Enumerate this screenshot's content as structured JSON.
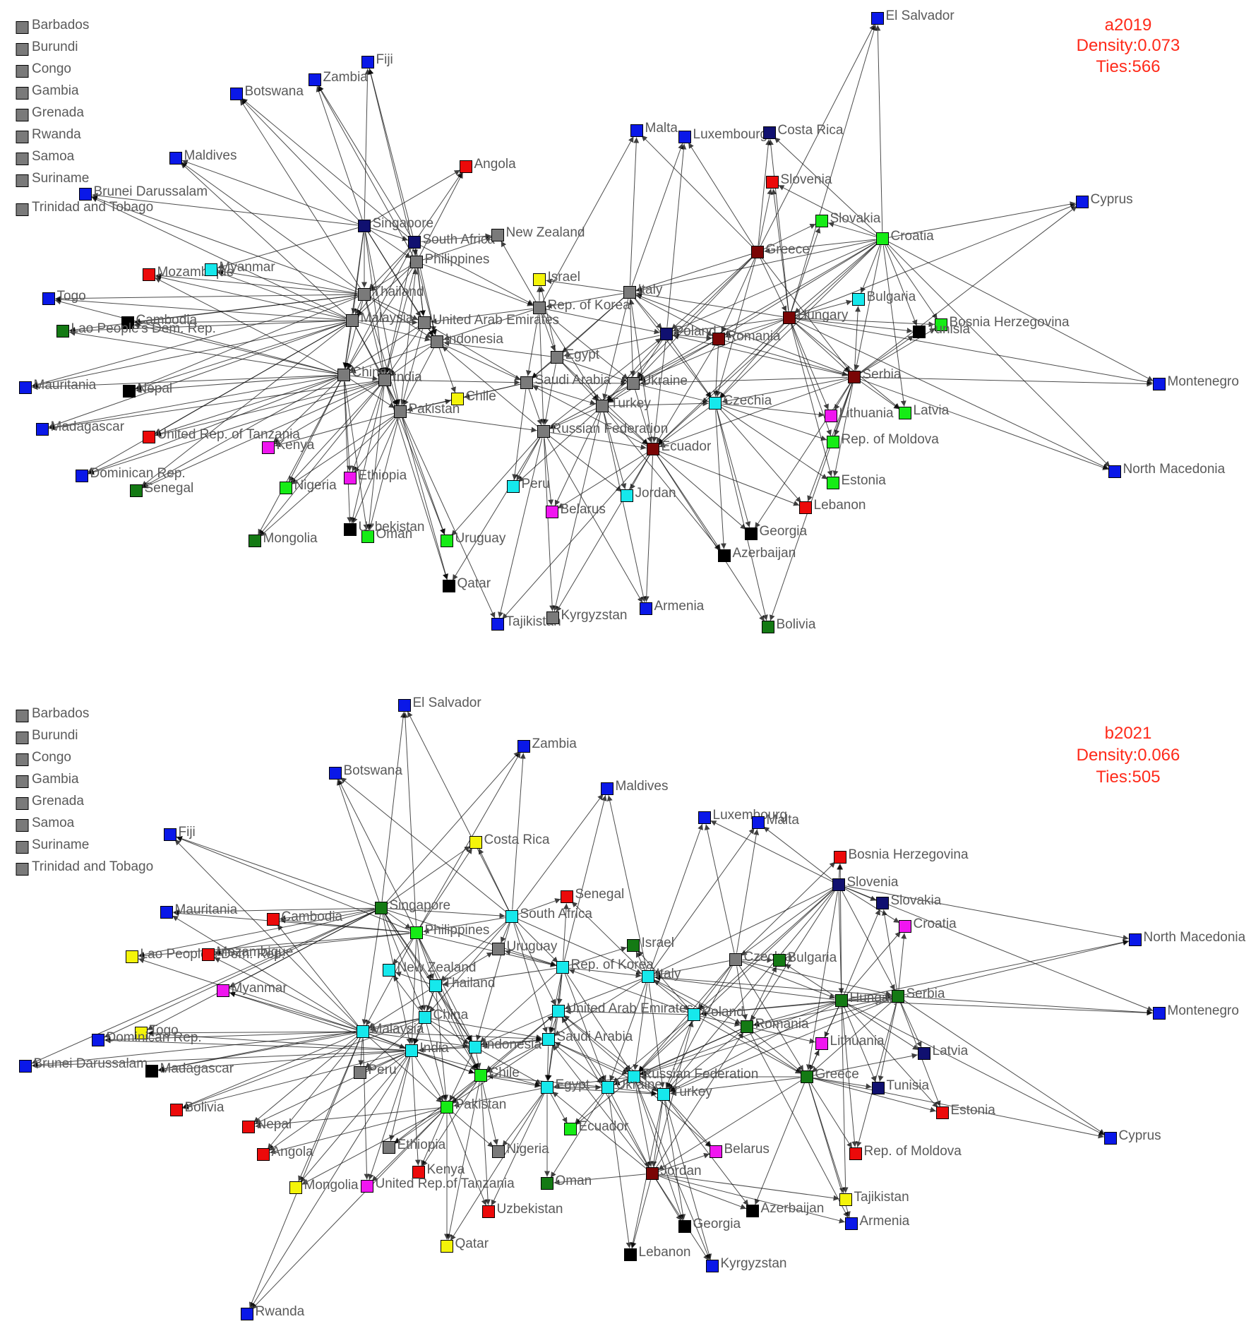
{
  "colors": {
    "blue": "#0a18e8",
    "navy": "#101070",
    "red": "#ec0a0a",
    "darkred": "#7a0505",
    "gray": "#7a7a7a",
    "cyan": "#16e8ec",
    "lime": "#16ec16",
    "green": "#147a14",
    "black": "#000000",
    "magenta": "#f016f0",
    "yellow": "#f4f40a",
    "label": "#5a5a5a",
    "info": "#ff2a1a"
  },
  "panels": [
    {
      "id": "a",
      "info": {
        "title": "a2019",
        "density": "Density:0.073",
        "ties": "Ties:566"
      },
      "isolates": [
        "Barbados",
        "Burundi",
        "Congo",
        "Gambia",
        "Grenada",
        "Rwanda",
        "Samoa",
        "Suriname",
        "Trinidad and Tobago"
      ],
      "nodes": [
        {
          "name": "El Salvador",
          "color": "blue"
        },
        {
          "name": "Fiji",
          "color": "blue"
        },
        {
          "name": "Zambia",
          "color": "blue"
        },
        {
          "name": "Botswana",
          "color": "blue"
        },
        {
          "name": "Maldives",
          "color": "blue"
        },
        {
          "name": "Brunei Darussalam",
          "color": "blue"
        },
        {
          "name": "Angola",
          "color": "red"
        },
        {
          "name": "Malta",
          "color": "blue"
        },
        {
          "name": "Luxembourg",
          "color": "blue"
        },
        {
          "name": "Costa Rica",
          "color": "navy"
        },
        {
          "name": "Slovenia",
          "color": "red"
        },
        {
          "name": "Cyprus",
          "color": "blue"
        },
        {
          "name": "Slovakia",
          "color": "lime"
        },
        {
          "name": "Croatia",
          "color": "lime"
        },
        {
          "name": "Singapore",
          "color": "navy"
        },
        {
          "name": "South Africa",
          "color": "navy"
        },
        {
          "name": "New Zealand",
          "color": "gray"
        },
        {
          "name": "Philippines",
          "color": "gray"
        },
        {
          "name": "Greece",
          "color": "darkred"
        },
        {
          "name": "Mozambique",
          "color": "red"
        },
        {
          "name": "Myanmar",
          "color": "cyan"
        },
        {
          "name": "Israel",
          "color": "yellow"
        },
        {
          "name": "Togo",
          "color": "blue"
        },
        {
          "name": "Thailand",
          "color": "gray"
        },
        {
          "name": "Italy",
          "color": "gray"
        },
        {
          "name": "Bulgaria",
          "color": "cyan"
        },
        {
          "name": "Rep. of Korea",
          "color": "gray"
        },
        {
          "name": "Cambodia",
          "color": "black"
        },
        {
          "name": "Lao People's Dem. Rep.",
          "color": "green"
        },
        {
          "name": "Malaysia",
          "color": "gray"
        },
        {
          "name": "United Arab Emirates",
          "color": "gray"
        },
        {
          "name": "Hungary",
          "color": "darkred"
        },
        {
          "name": "Bosnia Herzegovina",
          "color": "lime"
        },
        {
          "name": "Tunisia",
          "color": "black"
        },
        {
          "name": "Poland",
          "color": "navy"
        },
        {
          "name": "Romania",
          "color": "darkred"
        },
        {
          "name": "Indonesia",
          "color": "gray"
        },
        {
          "name": "Egypt",
          "color": "gray"
        },
        {
          "name": "China",
          "color": "gray"
        },
        {
          "name": "India",
          "color": "gray"
        },
        {
          "name": "Saudi Arabia",
          "color": "gray"
        },
        {
          "name": "Ukraine",
          "color": "gray"
        },
        {
          "name": "Serbia",
          "color": "darkred"
        },
        {
          "name": "Montenegro",
          "color": "blue"
        },
        {
          "name": "Mauritania",
          "color": "blue"
        },
        {
          "name": "Nepal",
          "color": "black"
        },
        {
          "name": "Chile",
          "color": "yellow"
        },
        {
          "name": "Turkey",
          "color": "gray"
        },
        {
          "name": "Czechia",
          "color": "cyan"
        },
        {
          "name": "Pakistan",
          "color": "gray"
        },
        {
          "name": "Madagascar",
          "color": "blue"
        },
        {
          "name": "Lithuania",
          "color": "magenta"
        },
        {
          "name": "Latvia",
          "color": "lime"
        },
        {
          "name": "Russian Federation",
          "color": "gray"
        },
        {
          "name": "United Rep. of Tanzania",
          "color": "red"
        },
        {
          "name": "Kenya",
          "color": "magenta"
        },
        {
          "name": "Ecuador",
          "color": "darkred"
        },
        {
          "name": "Rep. of Moldova",
          "color": "lime"
        },
        {
          "name": "North Macedonia",
          "color": "blue"
        },
        {
          "name": "Dominican Rep.",
          "color": "blue"
        },
        {
          "name": "Senegal",
          "color": "green"
        },
        {
          "name": "Nigeria",
          "color": "lime"
        },
        {
          "name": "Ethiopia",
          "color": "magenta"
        },
        {
          "name": "Peru",
          "color": "cyan"
        },
        {
          "name": "Jordan",
          "color": "cyan"
        },
        {
          "name": "Estonia",
          "color": "lime"
        },
        {
          "name": "Belarus",
          "color": "magenta"
        },
        {
          "name": "Lebanon",
          "color": "red"
        },
        {
          "name": "Georgia",
          "color": "black"
        },
        {
          "name": "Mongolia",
          "color": "green"
        },
        {
          "name": "Oman",
          "color": "lime"
        },
        {
          "name": "Uzbekistan",
          "color": "black"
        },
        {
          "name": "Uruguay",
          "color": "lime"
        },
        {
          "name": "Azerbaijan",
          "color": "black"
        },
        {
          "name": "Qatar",
          "color": "black"
        },
        {
          "name": "Armenia",
          "color": "blue"
        },
        {
          "name": "Tajikistan",
          "color": "blue"
        },
        {
          "name": "Kyrgyzstan",
          "color": "gray"
        },
        {
          "name": "Bolivia",
          "color": "green"
        }
      ]
    },
    {
      "id": "b",
      "info": {
        "title": "b2021",
        "density": "Density:0.066",
        "ties": "Ties:505"
      },
      "isolates": [
        "Barbados",
        "Burundi",
        "Congo",
        "Gambia",
        "Grenada",
        "Samoa",
        "Suriname",
        "Trinidad and Tobago"
      ],
      "nodes": [
        {
          "name": "El Salvador",
          "color": "blue"
        },
        {
          "name": "Zambia",
          "color": "blue"
        },
        {
          "name": "Botswana",
          "color": "blue"
        },
        {
          "name": "Maldives",
          "color": "blue"
        },
        {
          "name": "Fiji",
          "color": "blue"
        },
        {
          "name": "Costa Rica",
          "color": "yellow"
        },
        {
          "name": "Luxembourg",
          "color": "blue"
        },
        {
          "name": "Malta",
          "color": "blue"
        },
        {
          "name": "Bosnia Herzegovina",
          "color": "red"
        },
        {
          "name": "Slovenia",
          "color": "navy"
        },
        {
          "name": "Senegal",
          "color": "red"
        },
        {
          "name": "Slovakia",
          "color": "navy"
        },
        {
          "name": "Mauritania",
          "color": "blue"
        },
        {
          "name": "Cambodia",
          "color": "red"
        },
        {
          "name": "Singapore",
          "color": "green"
        },
        {
          "name": "South Africa",
          "color": "cyan"
        },
        {
          "name": "Croatia",
          "color": "magenta"
        },
        {
          "name": "North Macedonia",
          "color": "blue"
        },
        {
          "name": "Philippines",
          "color": "lime"
        },
        {
          "name": "Israel",
          "color": "green"
        },
        {
          "name": "Uruguay",
          "color": "gray"
        },
        {
          "name": "Lao People's Dem. Rep.",
          "color": "yellow"
        },
        {
          "name": "Mozambique",
          "color": "red"
        },
        {
          "name": "Czechia",
          "color": "gray"
        },
        {
          "name": "Bulgaria",
          "color": "green"
        },
        {
          "name": "New Zealand",
          "color": "cyan"
        },
        {
          "name": "Rep. of Korea",
          "color": "cyan"
        },
        {
          "name": "Italy",
          "color": "cyan"
        },
        {
          "name": "Thailand",
          "color": "cyan"
        },
        {
          "name": "Myanmar",
          "color": "magenta"
        },
        {
          "name": "Hungary",
          "color": "green"
        },
        {
          "name": "Serbia",
          "color": "green"
        },
        {
          "name": "Montenegro",
          "color": "blue"
        },
        {
          "name": "China",
          "color": "cyan"
        },
        {
          "name": "United Arab Emirates",
          "color": "cyan"
        },
        {
          "name": "Poland",
          "color": "cyan"
        },
        {
          "name": "Togo",
          "color": "yellow"
        },
        {
          "name": "Dominican Rep.",
          "color": "blue"
        },
        {
          "name": "Malaysia",
          "color": "cyan"
        },
        {
          "name": "Romania",
          "color": "green"
        },
        {
          "name": "Saudi Arabia",
          "color": "cyan"
        },
        {
          "name": "Indonesia",
          "color": "cyan"
        },
        {
          "name": "Lithuania",
          "color": "magenta"
        },
        {
          "name": "India",
          "color": "cyan"
        },
        {
          "name": "Latvia",
          "color": "navy"
        },
        {
          "name": "Brunei Darussalam",
          "color": "blue"
        },
        {
          "name": "Madagascar",
          "color": "black"
        },
        {
          "name": "Peru",
          "color": "gray"
        },
        {
          "name": "Chile",
          "color": "lime"
        },
        {
          "name": "Russian Federation",
          "color": "cyan"
        },
        {
          "name": "Greece",
          "color": "green"
        },
        {
          "name": "Egypt",
          "color": "cyan"
        },
        {
          "name": "Ukraine",
          "color": "cyan"
        },
        {
          "name": "Turkey",
          "color": "cyan"
        },
        {
          "name": "Tunisia",
          "color": "navy"
        },
        {
          "name": "Bolivia",
          "color": "red"
        },
        {
          "name": "Pakistan",
          "color": "lime"
        },
        {
          "name": "Estonia",
          "color": "red"
        },
        {
          "name": "Cyprus",
          "color": "blue"
        },
        {
          "name": "Nepal",
          "color": "red"
        },
        {
          "name": "Ecuador",
          "color": "lime"
        },
        {
          "name": "Ethiopia",
          "color": "gray"
        },
        {
          "name": "Angola",
          "color": "red"
        },
        {
          "name": "Nigeria",
          "color": "gray"
        },
        {
          "name": "Belarus",
          "color": "magenta"
        },
        {
          "name": "Rep. of Moldova",
          "color": "red"
        },
        {
          "name": "Jordan",
          "color": "darkred"
        },
        {
          "name": "Kenya",
          "color": "red"
        },
        {
          "name": "Mongolia",
          "color": "yellow"
        },
        {
          "name": "United Rep.of Tanzania",
          "color": "magenta"
        },
        {
          "name": "Oman",
          "color": "green"
        },
        {
          "name": "Tajikistan",
          "color": "yellow"
        },
        {
          "name": "Uzbekistan",
          "color": "red"
        },
        {
          "name": "Azerbaijan",
          "color": "black"
        },
        {
          "name": "Armenia",
          "color": "blue"
        },
        {
          "name": "Georgia",
          "color": "black"
        },
        {
          "name": "Qatar",
          "color": "yellow"
        },
        {
          "name": "Lebanon",
          "color": "black"
        },
        {
          "name": "Kyrgyzstan",
          "color": "blue"
        },
        {
          "name": "Rwanda",
          "color": "blue"
        }
      ]
    }
  ]
}
